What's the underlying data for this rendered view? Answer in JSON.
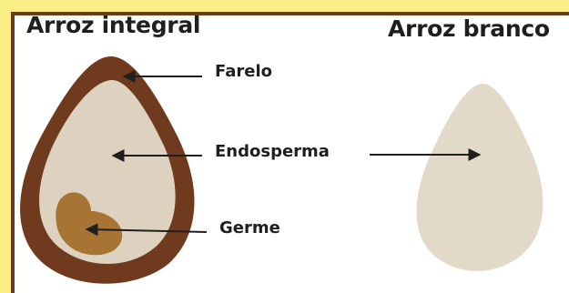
{
  "titles": {
    "left": "Arroz integral",
    "right": "Arroz branco"
  },
  "labels": {
    "farelo": "Farelo",
    "endosperma": "Endosperma",
    "germe": "Germe"
  },
  "colors": {
    "background": "#f9ef86",
    "frame_border": "#6b3b1b",
    "bran": "#6f3a1e",
    "endosperm": "#ddd2bf",
    "germ": "#a87434",
    "white_rice": "#e2d9c9",
    "arrow": "#1f1f1f"
  }
}
